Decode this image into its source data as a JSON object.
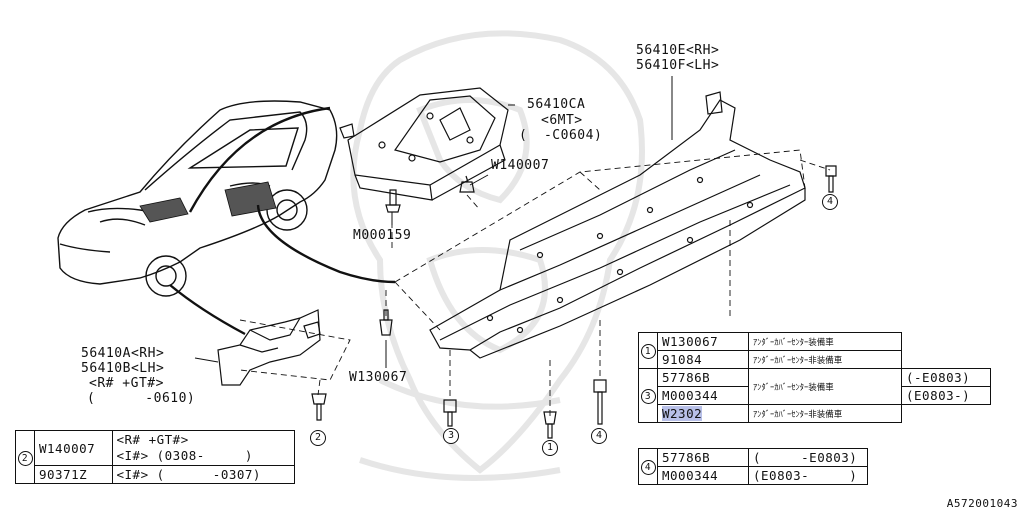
{
  "callouts": {
    "p56410e": "56410E<RH>",
    "p56410f": "56410F<LH>",
    "p56410ca": "56410CA",
    "p56410ca_6mt": "<6MT>",
    "p56410ca_range": "(  -C0604)",
    "w140007": "W140007",
    "m000159": "M000159",
    "w130067": "W130067",
    "p56410a": "56410A<RH>",
    "p56410b": "56410B<LH>",
    "p56410ab_opt": "<R# +GT#>",
    "p56410ab_range": "(      -0610)"
  },
  "circles": {
    "c1": "1",
    "c2": "2",
    "c3": "3",
    "c4": "4"
  },
  "table_2": {
    "num": "2",
    "rows": [
      {
        "part": "W140007",
        "spec_a": "<R# +GT#>",
        "spec_b": "<I#> (0308-     )"
      },
      {
        "part": "90371Z",
        "spec": "<I#> (      -0307)"
      }
    ]
  },
  "table_13": {
    "group1_num": "1",
    "group3_num": "3",
    "rows": [
      {
        "part": "W130067",
        "note": "ｱﾝﾀﾞｰｶﾊﾞｰｾﾝﾀｰ装備車"
      },
      {
        "part": "91084",
        "note": "ｱﾝﾀﾞｰｶﾊﾞｰｾﾝﾀｰ非装備車"
      },
      {
        "part": "57786B",
        "note": "ｱﾝﾀﾞｰｶﾊﾞｰｾﾝﾀｰ装備車",
        "range": "(-E0803)"
      },
      {
        "part": "M000344",
        "range": "(E0803-)"
      },
      {
        "part": "W2302",
        "note": "ｱﾝﾀﾞｰｶﾊﾞｰｾﾝﾀｰ非装備車"
      }
    ]
  },
  "table_4": {
    "num": "4",
    "rows": [
      {
        "part": "57786B",
        "range": "(     -E0803)"
      },
      {
        "part": "M000344",
        "range": "(E0803-     )"
      }
    ]
  },
  "figure_id": "A572001043",
  "colors": {
    "line": "#111111",
    "highlight": "#b8c0e8",
    "watermark": "#e6e6e6"
  }
}
